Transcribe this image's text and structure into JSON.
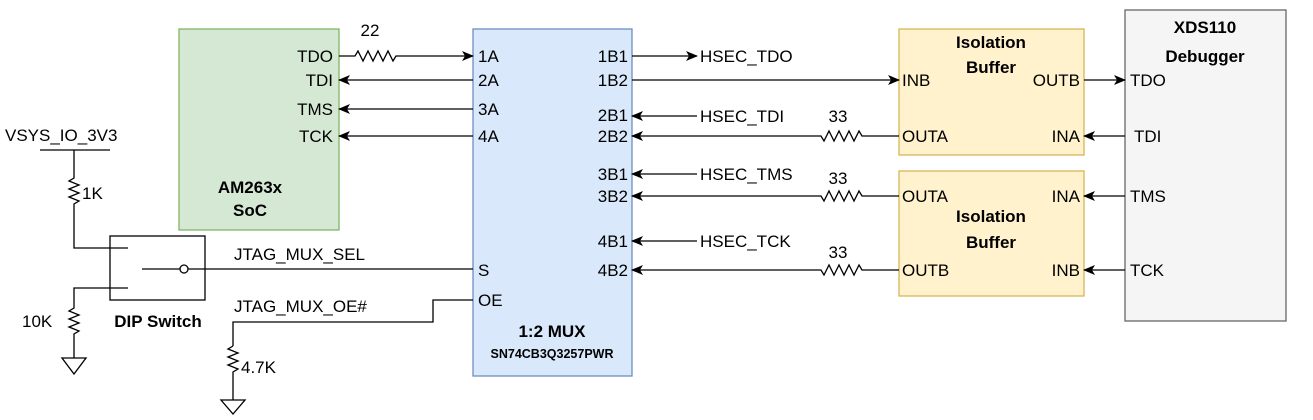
{
  "soc": {
    "name": "AM263x",
    "subtitle": "SoC",
    "pins": [
      "TDO",
      "TDI",
      "TMS",
      "TCK"
    ],
    "fill": "#d5e8d4",
    "stroke": "#82b366"
  },
  "mux": {
    "name": "1:2 MUX",
    "part": "SN74CB3Q3257PWR",
    "left_pins": [
      "1A",
      "2A",
      "3A",
      "4A"
    ],
    "sel_pin": "S",
    "oe_pin": "OE",
    "right_pins": [
      "1B1",
      "1B2",
      "2B1",
      "2B2",
      "3B1",
      "3B2",
      "4B1",
      "4B2"
    ],
    "fill": "#dae8fc",
    "stroke": "#6c8ebf"
  },
  "buffer_top": {
    "line1": "Isolation",
    "line2": "Buffer",
    "pins": {
      "inb": "INB",
      "outb": "OUTB",
      "outa": "OUTA",
      "ina": "INA"
    }
  },
  "buffer_bottom": {
    "line1": "Isolation",
    "line2": "Buffer",
    "pins": {
      "outa": "OUTA",
      "ina": "INA",
      "outb": "OUTB",
      "inb": "INB"
    }
  },
  "buffer_style": {
    "fill": "#fff2cc",
    "stroke": "#d6b656"
  },
  "debugger": {
    "line1": "XDS110",
    "line2": "Debugger",
    "pins": [
      "TDO",
      "TDI",
      "TMS",
      "TCK"
    ],
    "fill": "#f5f5f5",
    "stroke": "#666666"
  },
  "nets": {
    "hsec_tdo": "HSEC_TDO",
    "hsec_tdi": "HSEC_TDI",
    "hsec_tms": "HSEC_TMS",
    "hsec_tck": "HSEC_TCK",
    "sel": "JTAG_MUX_SEL",
    "oe": "JTAG_MUX_OE#",
    "vsys": "VSYS_IO_3V3"
  },
  "resistors": {
    "r_tdo": "22",
    "r_tdi": "33",
    "r_tms": "33",
    "r_tck": "33",
    "pullup": "1K",
    "pulldown": "10K",
    "oe_pulldown": "4.7K"
  },
  "switch_label": "DIP Switch"
}
